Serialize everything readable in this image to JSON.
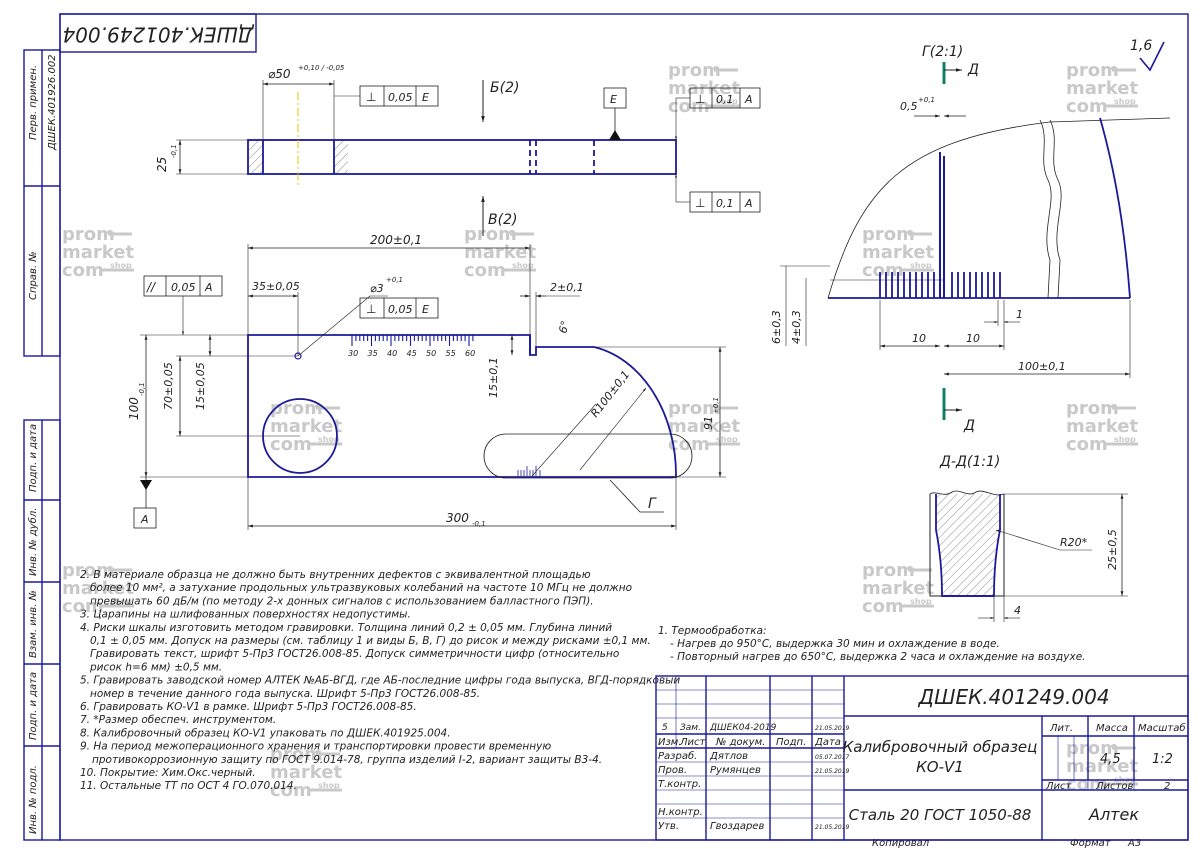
{
  "drawing": {
    "designation": "ДШЕК.401249.004",
    "designation_rotated": "ДШЕК.401249.004",
    "title_line1": "Калибровочный образец",
    "title_line2": "КО-V1",
    "material": "Сталь 20 ГОСТ 1050-88",
    "company": "Алтек",
    "copied": "Копировал",
    "format_label": "Формат",
    "format_value": "А3",
    "roughness": "1,6"
  },
  "left_strip": {
    "perv_primen": "Перв. примен.",
    "perv_value": "ДШЕК.401926.002",
    "sprav": "Справ. №",
    "podp_data1": "Подп. и дата",
    "inv_dubl": "Инв. № дубл.",
    "vzam_inv": "Взам. инв. №",
    "podp_data2": "Подп. и дата",
    "inv_podl": "Инв. № подл."
  },
  "title_block": {
    "change_row": [
      "5",
      "Зам.",
      "ДШЕК04-2019",
      "",
      "21.05.2019"
    ],
    "headers": [
      "Изм.",
      "Лист",
      "№ докум.",
      "Подп.",
      "Дата"
    ],
    "razrab": "Разраб.",
    "razrab_name": "Дятлов",
    "razrab_date": "05.07.2017",
    "prov": "Пров.",
    "prov_name": "Румянцев",
    "prov_date": "21.05.2019",
    "tkontr": "Т.контр.",
    "nkontr": "Н.контр.",
    "utv": "Утв.",
    "utv_name": "Гвоздарев",
    "utv_date": "21.05.2019",
    "lit_label": "Лит.",
    "massa_label": "Масса",
    "masshtab_label": "Масштаб",
    "massa_value": "4,5",
    "masshtab_value": "1:2",
    "list_label": "Лист",
    "listov_label": "Листов",
    "listov_value": "2"
  },
  "dimensions": {
    "d50": "⌀50",
    "d50_tol": "+0,10 / -0,05",
    "h25": "25",
    "h25_tol": "-0,1",
    "b2": "Б(2)",
    "v2": "В(2)",
    "e_label": "E",
    "a_label": "A",
    "g_label": "Г",
    "len200": "200±0,1",
    "len35": "35±0,05",
    "d3": "⌀3",
    "d3_tol": "+0,1",
    "len2": "2±0,1",
    "ang6": "6°",
    "h70": "70±0,05",
    "h15a": "15±0,05",
    "h15b": "15±0,1",
    "h100": "100",
    "h100_tol": "-0,1",
    "r100": "R100±0,1",
    "h91": "91",
    "h91_tol": "+0,1",
    "len300": "300",
    "len300_tol": "-0,1",
    "scale_ticks": [
      "30",
      "35",
      "40",
      "45",
      "50",
      "55",
      "60"
    ],
    "tol_005": "0,05",
    "tol_01": "0,1",
    "parallel": "//",
    "perp": "⊥"
  },
  "detail_g": {
    "title": "Г(2:1)",
    "d_label": "Д",
    "gap": "0,5",
    "gap_tol": "+0,1",
    "h6": "6±0,3",
    "h4": "4±0,3",
    "dim10a": "10",
    "dim10b": "10",
    "dim1": "1",
    "dim100": "100±0,1"
  },
  "section_d": {
    "title": "Д-Д(1:1)",
    "r20": "R20*",
    "h25": "25±0,5",
    "dim4": "4"
  },
  "notes": [
    "2. В материале образца не должно быть внутренних дефектов с эквивалентной площадью",
    "более 10 мм², а затухание продольных ультразвуковых колебаний на частоте 10 МГц не должно",
    "превышать 60 дБ/м (по методу 2-х донных сигналов с использованием балластного ПЭП).",
    "3. Царапины на шлифованных поверхностях недопустимы.",
    "4. Риски шкалы изготовить методом гравировки. Толщина линий 0,2 ± 0,05 мм. Глубина линий",
    "0,1 ± 0,05 мм. Допуск на размеры (см. таблицу 1 и виды Б, В, Г) до рисок и между рисками ±0,1 мм.",
    "Гравировать текст, шрифт 5-Пр3 ГОСТ26.008-85. Допуск симметричности цифр (относительно",
    "рисок h=6 мм) ±0,5 мм.",
    "5. Гравировать заводской номер АЛТЕК №АБ-ВГД, где АБ-последние цифры года выпуска, ВГД-порядковый",
    "номер в течение данного года выпуска. Шрифт 5-Пр3 ГОСТ26.008-85.",
    "6. Гравировать КО-V1 в рамке. Шрифт 5-Пр3 ГОСТ26.008-85.",
    "7. *Размер обеспеч. инструментом.",
    "8. Калибровочный образец КО-V1 упаковать по ДШЕК.401925.004.",
    "9. На период межоперационного хранения и транспортировки провести временную",
    "противокоррозионную защиту по ГОСТ 9.014-78, группа изделий I-2, вариант защиты В3-4.",
    "10. Покрытие: Хим.Окс.черный.",
    "11. Остальные ТТ по ОСТ 4 ГО.070.014."
  ],
  "heat_treatment": [
    "1. Термообработка:",
    "- Нагрев до 950°С, выдержка 30 мин и охлаждение в воде.",
    "- Повторный нагрев до 650°С, выдержка 2 часа и охлаждение на воздухе."
  ],
  "watermark": {
    "line1": "prom",
    "line2": "market",
    "line3": "com",
    "shop": "shop"
  },
  "colors": {
    "outline": "#1a1a9a",
    "thin": "#222222",
    "teal": "#14806b",
    "watermark": "#c9c9c9"
  }
}
